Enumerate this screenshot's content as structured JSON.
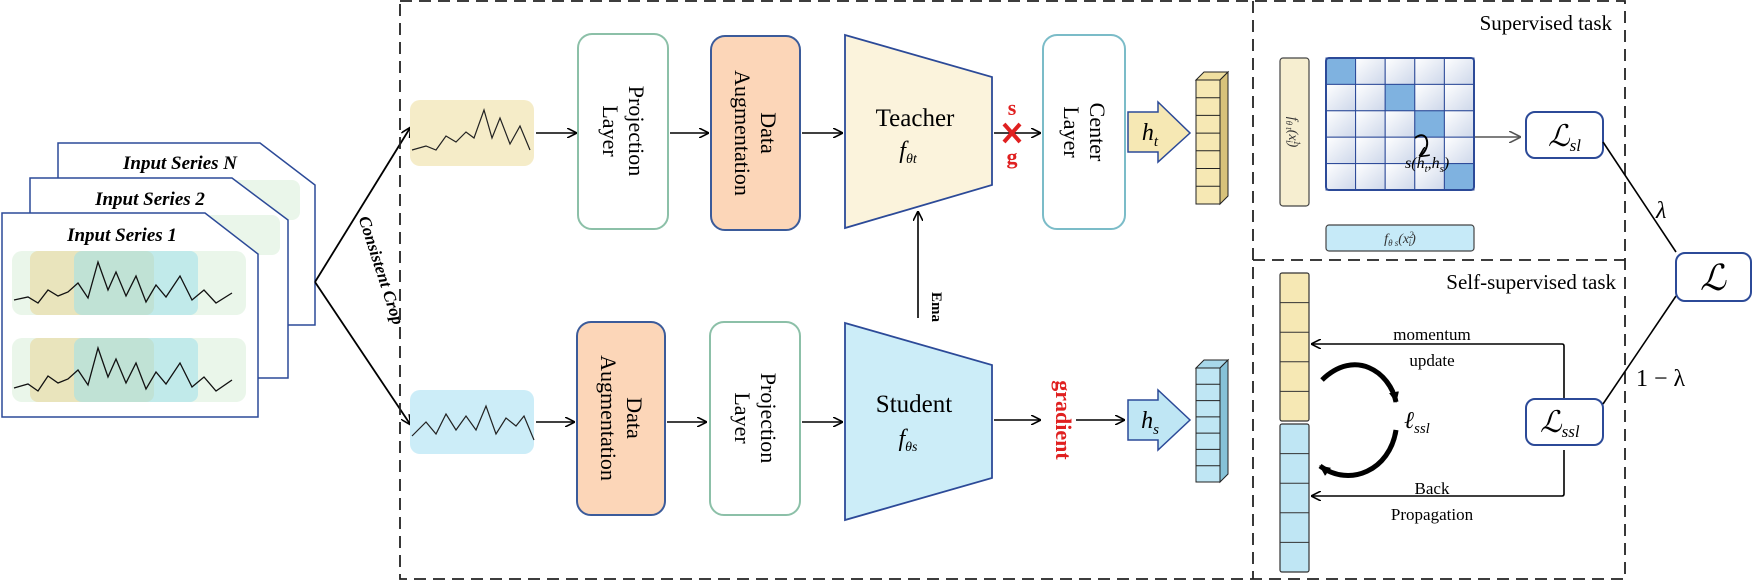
{
  "inputs": {
    "series_n": "Input  Series N",
    "series_2": "Input  Series 2",
    "series_1": "Input  Series 1",
    "crop_label": "Consistent Crop"
  },
  "teacher_branch": {
    "projection": [
      "Projection",
      "Layer"
    ],
    "augmentation": [
      "Data",
      "Augmentation"
    ],
    "network": "Teacher",
    "network_symbol": "f",
    "network_sub": "θt",
    "stop_gradient": [
      "s",
      "g"
    ],
    "center": [
      "Center",
      "Layer"
    ],
    "embedding": "h",
    "embedding_sub": "t"
  },
  "student_branch": {
    "augmentation": [
      "Data",
      "Augmentation"
    ],
    "projection": [
      "Projection",
      "Layer"
    ],
    "network": "Student",
    "network_symbol": "f",
    "network_sub": "θs",
    "gradient": "gradient",
    "embedding": "h",
    "embedding_sub": "s"
  },
  "ema_label": "Ema",
  "supervised": {
    "title": "Supervised task",
    "teacher_vec": "f",
    "teacher_vec_sub": "θ t",
    "teacher_vec_arg": "(x",
    "teacher_vec_arg_sup": "1",
    "teacher_vec_arg_sub": "i",
    "teacher_vec_close": ")",
    "student_vec": "f",
    "student_vec_sub": "θ s",
    "student_vec_arg": "(x",
    "student_vec_arg_sup": "2",
    "student_vec_arg_sub": "i",
    "student_vec_close": ")",
    "similarity": [
      "s(",
      "h",
      "t",
      ",",
      "h",
      "s",
      ")"
    ],
    "loss": "ℒ",
    "loss_sub": "sl"
  },
  "self_supervised": {
    "title": "Self-supervised task",
    "momentum": [
      "momentum",
      "update"
    ],
    "backprop": [
      "Back",
      "Propagation"
    ],
    "loss_symbol": "ℓ",
    "loss_sub": "ssl",
    "loss": "ℒ",
    "loss_big_sub": "ssl"
  },
  "total": {
    "lambda": "λ",
    "one_minus_lambda": "1 − λ",
    "loss": "ℒ"
  },
  "colors": {
    "teacher_fill": "#fbf3dc",
    "student_fill": "#ccedf8",
    "aug_fill": "#fcd6b8",
    "aug_stroke": "#3b5b9a",
    "proj_stroke": "#8cc0a8",
    "center_stroke": "#7bbcc8",
    "cube_teacher": "#f6e8b4",
    "cube_student": "#bfe6f4",
    "grid_blue": "#7fb2e0",
    "red": "#e02020"
  }
}
